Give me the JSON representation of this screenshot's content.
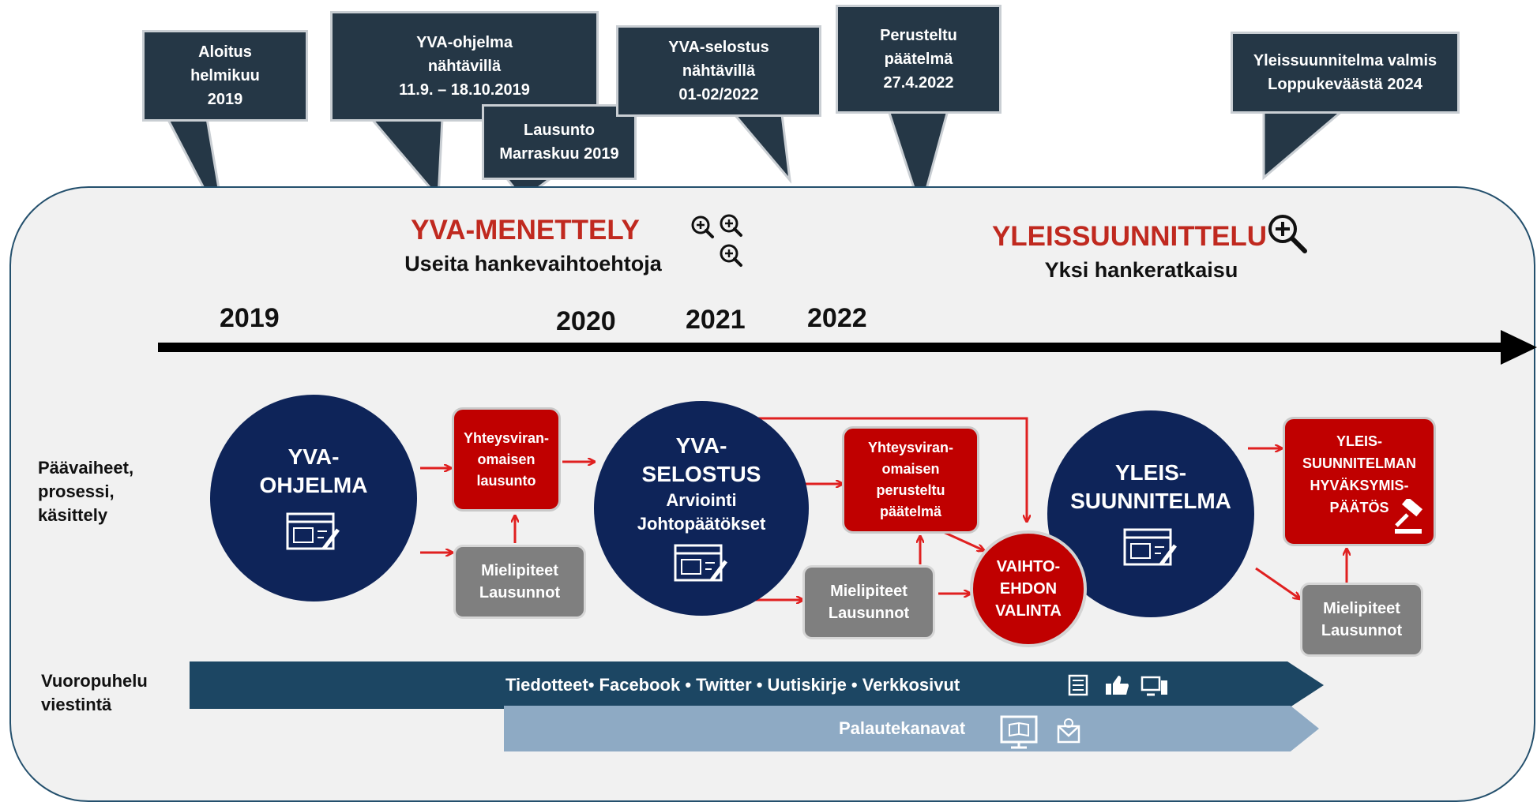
{
  "callouts": [
    {
      "text": "Aloitus\nhelmikuu\n2019"
    },
    {
      "text": "YVA-ohjelma\nnähtävillä\n11.9. – 18.10.2019"
    },
    {
      "text": "Lausunto\nMarraskuu 2019"
    },
    {
      "text": "YVA-selostus\nnähtävillä\n01-02/2022"
    },
    {
      "text": "Perusteltu\npäätelmä\n27.4.2022"
    },
    {
      "text": "Yleissuunnitelma valmis\nLoppukeväästä 2024"
    }
  ],
  "phases": {
    "yva_title": "YVA-MENETTELY",
    "yva_sub": "Useita hankevaihtoehtoja",
    "yleis_title": "YLEISSUUNNITTELU",
    "yleis_sub": "Yksi hankeratkaisu"
  },
  "years": [
    "2019",
    "2020",
    "2021",
    "2022"
  ],
  "side_labels": {
    "process": "Päävaiheet,\nprosessi,\nkäsittely",
    "dialogue": "Vuoropuhelu\nviestintä"
  },
  "nodes": {
    "yva_ohjelma": "YVA-\nOHJELMA",
    "yva_selostus_title": "YVA-\nSELOSTUS",
    "yva_selostus_sub": "Arviointi\nJohtopäätökset",
    "yleissuunnitelma": "YLEIS-\nSUUNNITELMA",
    "yht_lausunto": "Yhteysviran-\nomaisen\nlausunto",
    "yht_paatelma": "Yhteysviran-\nomaisen\nperusteltu\npäätelmä",
    "hyvaksymis": "YLEIS-\nSUUNNITELMAN\nHYVÄKSYMIS-\nPÄÄTÖS",
    "mielipiteet_1": "Mielipiteet\nLausunnot",
    "mielipiteet_2": "Mielipiteet\nLausunnot",
    "mielipiteet_3": "Mielipiteet\nLausunnot",
    "vaihtoehdon": "VAIHTO-\nEHDON\nVALINTA"
  },
  "communication": {
    "channels": "Tiedotteet• Facebook • Twitter • Uutiskirje • Verkkosivut",
    "feedback": "Palautekanavat"
  },
  "colors": {
    "navy": "#0e2459",
    "red": "#c00000",
    "gray": "#7f7f7f",
    "callout": "#253746",
    "band_dark": "#1c4663",
    "band_light": "#8eaac4",
    "arrow_red": "#e02020"
  },
  "icons": [
    "zoom-in-icon",
    "document-edit-icon",
    "gavel-icon",
    "newspaper-icon",
    "thumbs-up-icon",
    "devices-icon",
    "monitor-book-icon",
    "envelope-icon"
  ]
}
